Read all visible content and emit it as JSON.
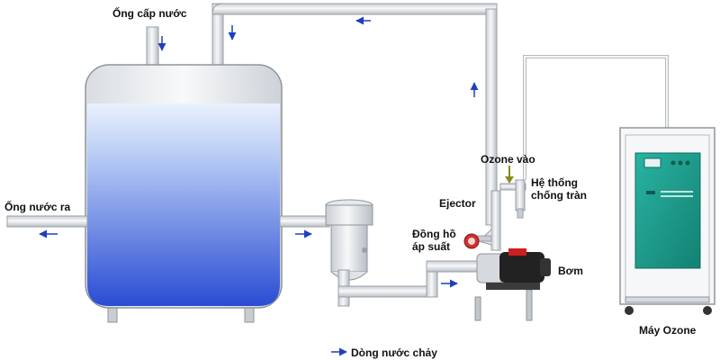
{
  "labels": {
    "supply_pipe": "Ống cấp nước",
    "outlet_pipe": "Ống nước ra",
    "ozone_in": "Ozone vào",
    "ejector": "Ejector",
    "overflow_system": "Hệ thống chống tràn",
    "pressure_gauge": "Đồng hồ áp suất",
    "pump": "Bơm",
    "ozone_machine": "Máy Ozone",
    "legend_flow": "Dòng nước chảy"
  },
  "colors": {
    "pipe_fill": "#eef0f2",
    "pipe_edge": "#9aa0a6",
    "arrow": "#1f3fbf",
    "water_top": "#dbe7fb",
    "water_bottom": "#2d4fd6",
    "machine_panel": "#1d9a8c",
    "gauge_red": "#d32f2f",
    "pump_motor": "#222222"
  }
}
